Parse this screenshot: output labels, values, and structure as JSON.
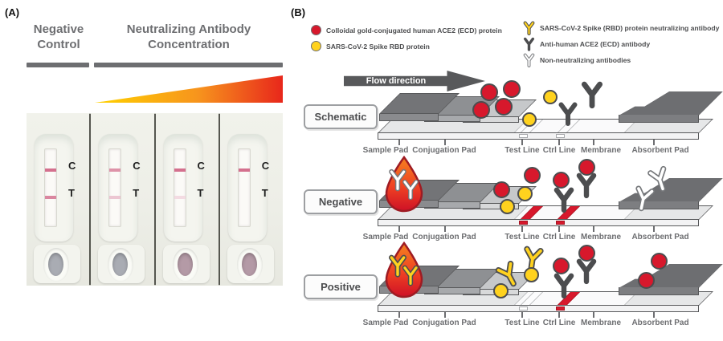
{
  "colors": {
    "ink": "#58595B",
    "red": "#D7182C",
    "yellow": "#FFD21E",
    "pad_dark": "#6D6E71",
    "base_top": "#E6E7E8",
    "base_front": "#F3F3F4",
    "heading_gray": "#6D6E71",
    "gradient_start": "#FFD200",
    "gradient_end": "#E8271B",
    "droplet_orange": "#F58220",
    "droplet_red": "#CE1126"
  },
  "panel_a": {
    "label": "(A)",
    "heading_negative": "Negative Control",
    "heading_concentration": "Neutralizing Antibody Concentration",
    "cassettes": [
      {
        "c_label": "C",
        "t_label": "T",
        "c_line": "strong",
        "t_line": "medium"
      },
      {
        "c_label": "C",
        "t_label": "T",
        "c_line": "medium",
        "t_line": "faint"
      },
      {
        "c_label": "C",
        "t_label": "T",
        "c_line": "strong",
        "t_line": "very-faint"
      },
      {
        "c_label": "C",
        "t_label": "T",
        "c_line": "strong",
        "t_line": "none"
      }
    ]
  },
  "panel_b": {
    "label": "(B)",
    "flow_arrow_label": "Flow direction",
    "legend": {
      "items": [
        {
          "icon": "red-circle",
          "label": "Colloidal gold-conjugated human ACE2 (ECD) protein"
        },
        {
          "icon": "yellow-circle",
          "label": "SARS-CoV-2 Spike RBD protein"
        },
        {
          "icon": "yellow-antibody",
          "label": "SARS-CoV-2 Spike (RBD) protein neutralizing antibody"
        },
        {
          "icon": "dark-antibody",
          "label": "Anti-human ACE2 (ECD) antibody"
        },
        {
          "icon": "white-antibody",
          "label": "Non-neutralizing antibodies"
        }
      ]
    },
    "rows": [
      {
        "label": "Schematic"
      },
      {
        "label": "Negative"
      },
      {
        "label": "Positive"
      }
    ],
    "strip_labels": [
      "Sample Pad",
      "Conjugation Pad",
      "Test Line",
      "Ctrl Line",
      "Membrane",
      "Absorbent Pad"
    ]
  }
}
